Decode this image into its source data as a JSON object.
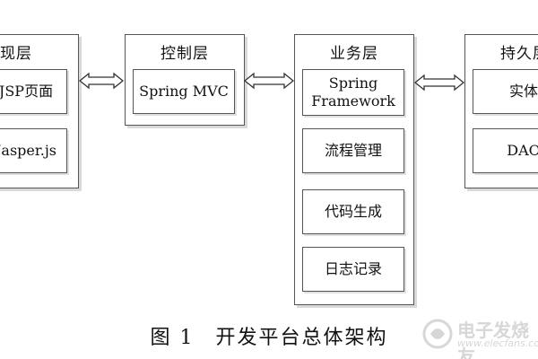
{
  "diagram": {
    "layers": [
      {
        "title": "表现层",
        "boxes": [
          "JSP页面",
          "Jasper.js"
        ]
      },
      {
        "title": "控制层",
        "boxes": [
          "Spring MVC"
        ]
      },
      {
        "title": "业务层",
        "boxes": [
          "Spring\nFramework",
          "流程管理",
          "代码生成",
          "日志记录"
        ]
      },
      {
        "title": "持久层",
        "boxes": [
          "实体",
          "DAO"
        ]
      }
    ],
    "caption": "图 1　开发平台总体架构"
  },
  "watermark": {
    "text_cn": "电子发烧友",
    "text_en": "www.elecfans.com"
  }
}
